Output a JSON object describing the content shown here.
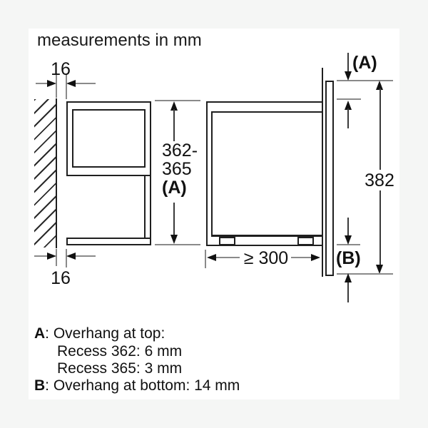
{
  "title": "measurements in mm",
  "colors": {
    "background": "#f5f6f5",
    "canvas": "#ffffff",
    "outline": "#1f1f1f",
    "dimension_line": "#8a8a8a",
    "arrow": "#111111"
  },
  "diagram": {
    "side_view": {
      "wall_gap_top": "16",
      "wall_gap_bottom": "16",
      "niche_height_line1": "362-",
      "niche_height_line2": "365",
      "niche_height_line3": "(A)"
    },
    "front_view": {
      "min_width": "≥ 300",
      "door_height": "382",
      "overhang_top_ref": "(A)",
      "overhang_bottom_ref": "(B)"
    }
  },
  "legend": {
    "a_key": "A",
    "a_rest": ": Overhang at top:",
    "a_sub1": "Recess 362: 6 mm",
    "a_sub2": "Recess 365: 3 mm",
    "b_key": "B",
    "b_rest": ": Overhang at bottom: 14 mm"
  }
}
